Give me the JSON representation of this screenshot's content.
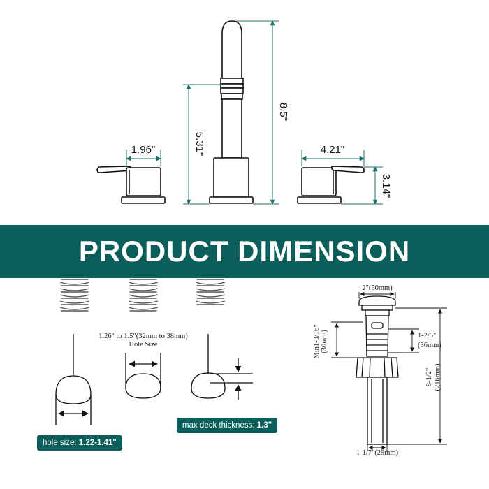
{
  "banner": {
    "title": "PRODUCT DIMENSION"
  },
  "faucet": {
    "handle_width": "1.96\"",
    "spout_base_height": "5.31\"",
    "spout_height": "8.5\"",
    "handle_length": "4.21\"",
    "handle_height": "3.14\""
  },
  "install": {
    "hole_range_line1": "1.26\" to 1.5\"(32mm to 38mm)",
    "hole_range_line2": "Hole Size",
    "deck_label": "max deck thickness: ",
    "deck_value": "1.3\"",
    "hole_label": "hole size: ",
    "hole_value": "1.22-1.41\""
  },
  "drain": {
    "cap_width": "2\"(50mm)",
    "min_height_line1": "Min1-3/16\"",
    "min_height_line2": "(30mm)",
    "body_width_line1": "1-2/5\"",
    "body_width_line2": "(36mm)",
    "total_height_line1": "8-1/2\"",
    "total_height_line2": "(216mm)",
    "tail_width": "1-1/7\"(29mm)"
  },
  "colors": {
    "accent": "#0b5e59",
    "dimension_line": "#1f6f68"
  }
}
